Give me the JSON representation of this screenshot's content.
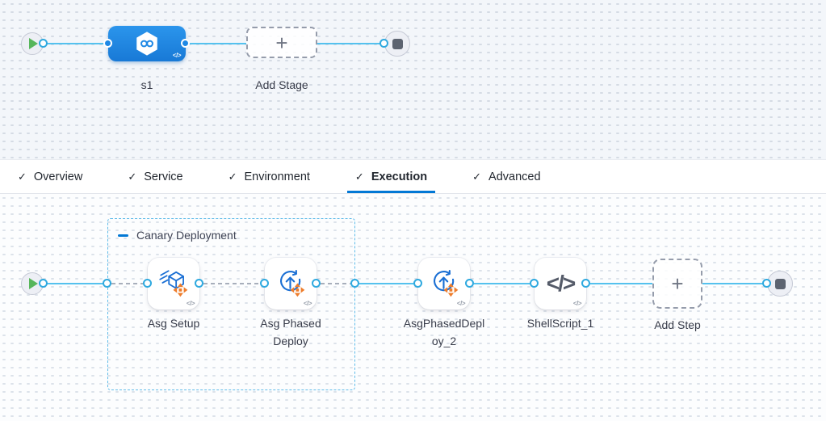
{
  "colors": {
    "accent_blue": "#0278D5",
    "connector_blue": "#54C1EE",
    "stage_node_blue": "#1E88E5",
    "icon_stroke_blue": "#1A6FD4",
    "move_cross_orange": "#EE7D2C",
    "play_green": "#57B65B",
    "stop_gray": "#5C6370",
    "group_border_blue": "#5FBCE9"
  },
  "icons": {
    "check": "✓",
    "plus": "+",
    "code_badge": "</>",
    "shell_glyph": "</>"
  },
  "stage_canvas": {
    "stage": {
      "name": "s1",
      "icon": "cd-stage-hexagon-infinity"
    },
    "add_stage_label": "Add Stage"
  },
  "tabs": {
    "items": [
      {
        "label": "Overview",
        "checked": true,
        "active": false
      },
      {
        "label": "Service",
        "checked": true,
        "active": false
      },
      {
        "label": "Environment",
        "checked": true,
        "active": false
      },
      {
        "label": "Execution",
        "checked": true,
        "active": true
      },
      {
        "label": "Advanced",
        "checked": true,
        "active": false
      }
    ]
  },
  "execution_canvas": {
    "step_group": {
      "title": "Canary Deployment",
      "steps": [
        {
          "name": "Asg Setup",
          "icon": "asg-setup-cube-icon"
        },
        {
          "name": "Asg Phased Deploy",
          "icon": "phased-deploy-circular-arrow-icon"
        }
      ]
    },
    "steps": [
      {
        "name": "AsgPhasedDeploy_2",
        "icon": "phased-deploy-circular-arrow-icon"
      },
      {
        "name": "ShellScript_1",
        "icon": "shell-script-code-icon"
      }
    ],
    "add_step_label": "Add Step"
  }
}
